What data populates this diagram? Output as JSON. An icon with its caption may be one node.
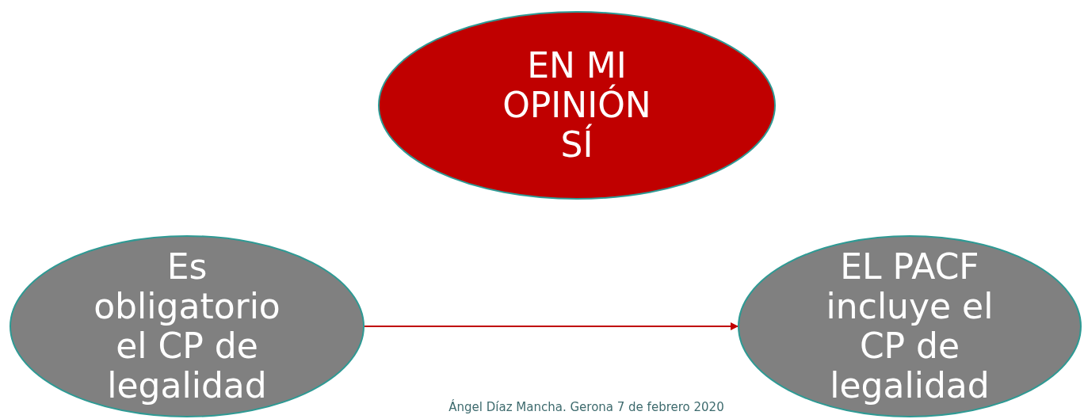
{
  "diagram": {
    "nodes": [
      {
        "text": [
          "EN MI OPINIÓN SÍ"
        ]
      },
      {
        "text": [
          "Es obligatorio el CP de legalidad"
        ]
      },
      {
        "text": [
          "EL PACF incluye el CP de legalidad"
        ]
      }
    ],
    "edges": [
      {
        "from": 1,
        "to": 2,
        "arrow": "to",
        "color": "#c00000"
      }
    ],
    "labels": [
      "Ángel Díaz Mancha. Gerona 7 de febrero 2020"
    ]
  }
}
